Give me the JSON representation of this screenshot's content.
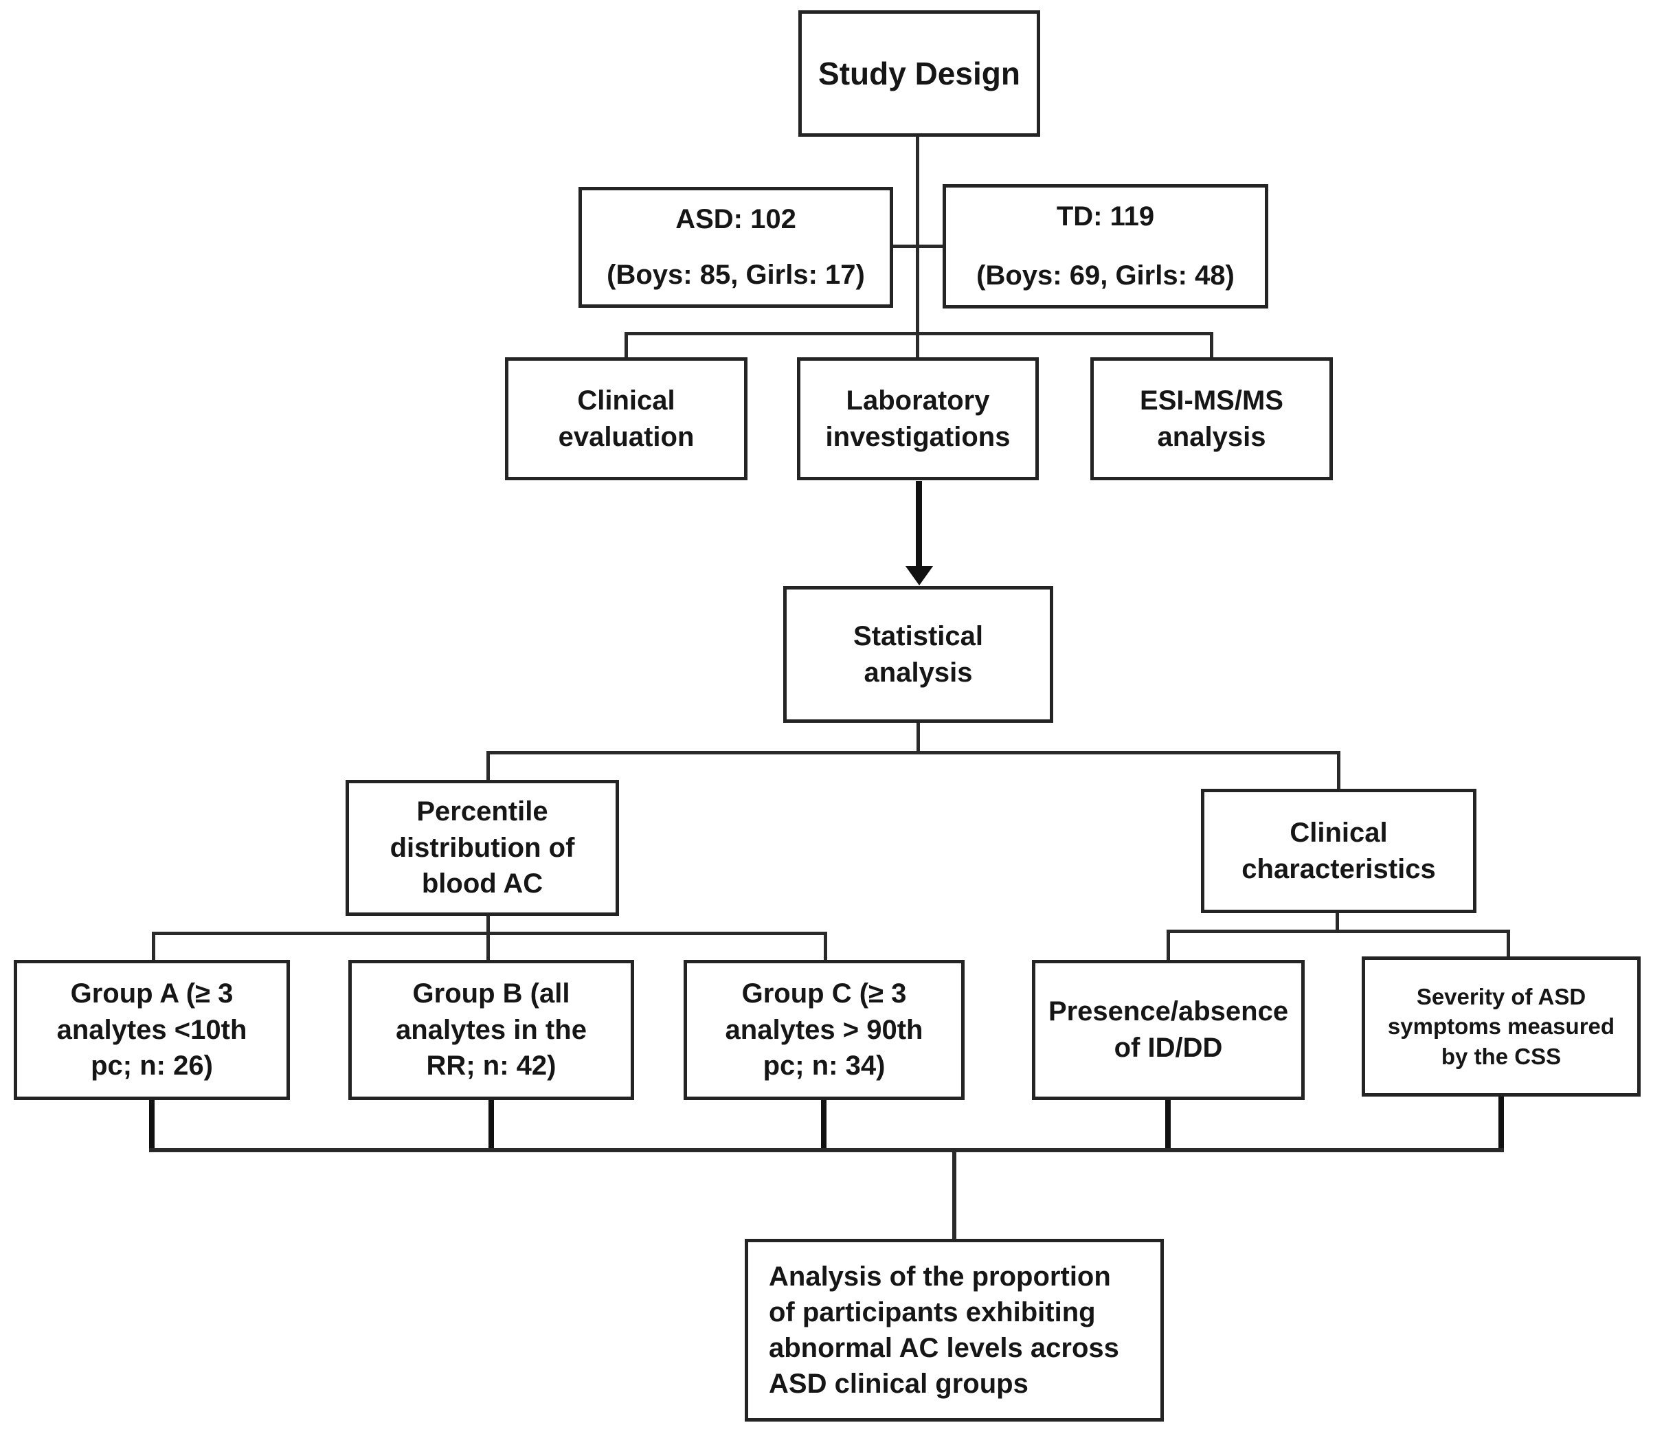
{
  "figure": {
    "type": "flowchart",
    "background_color": "#ffffff",
    "line_color": "#2a2a2a",
    "box_border_color": "#242424",
    "text_color": "#161616"
  },
  "nodes": {
    "study_design": {
      "label": "Study Design"
    },
    "asd": {
      "line1": "ASD: 102",
      "line2": "(Boys: 85, Girls: 17)"
    },
    "td": {
      "line1": "TD: 119",
      "line2": "(Boys: 69, Girls: 48)"
    },
    "clinical_evaluation": {
      "label": "Clinical\nevaluation"
    },
    "laboratory_investigations": {
      "label": "Laboratory\ninvestigations"
    },
    "esi_ms_ms": {
      "label": "ESI-MS/MS\nanalysis"
    },
    "statistical_analysis": {
      "label": "Statistical\nanalysis"
    },
    "percentile_distribution": {
      "label": "Percentile\ndistribution of\nblood AC"
    },
    "clinical_characteristics": {
      "label": "Clinical\ncharacteristics"
    },
    "group_a": {
      "label": "Group A (≥ 3\nanalytes <10th\npc; n: 26)"
    },
    "group_b": {
      "label": "Group B (all\nanalytes in the\nRR; n: 42)"
    },
    "group_c": {
      "label": "Group C (≥ 3\nanalytes > 90th\npc; n: 34)"
    },
    "presence_absence": {
      "label": "Presence/absence\nof ID/DD"
    },
    "severity": {
      "label": "Severity of ASD\nsymptoms measured\nby the CSS"
    },
    "final_analysis": {
      "label": "Analysis of the proportion\nof participants exhibiting\nabnormal AC levels across\nASD clinical groups"
    }
  },
  "edges": [
    {
      "from": "study_design",
      "to": "asd"
    },
    {
      "from": "study_design",
      "to": "td"
    },
    {
      "from": "study_design",
      "to": "clinical_evaluation"
    },
    {
      "from": "study_design",
      "to": "laboratory_investigations"
    },
    {
      "from": "study_design",
      "to": "esi_ms_ms"
    },
    {
      "from": "laboratory_investigations",
      "to": "statistical_analysis",
      "style": "arrow"
    },
    {
      "from": "statistical_analysis",
      "to": "percentile_distribution"
    },
    {
      "from": "statistical_analysis",
      "to": "clinical_characteristics"
    },
    {
      "from": "percentile_distribution",
      "to": "group_a"
    },
    {
      "from": "percentile_distribution",
      "to": "group_b"
    },
    {
      "from": "percentile_distribution",
      "to": "group_c"
    },
    {
      "from": "clinical_characteristics",
      "to": "presence_absence"
    },
    {
      "from": "clinical_characteristics",
      "to": "severity"
    },
    {
      "from": "group_a",
      "to": "final_analysis"
    },
    {
      "from": "group_b",
      "to": "final_analysis"
    },
    {
      "from": "group_c",
      "to": "final_analysis"
    },
    {
      "from": "presence_absence",
      "to": "final_analysis"
    },
    {
      "from": "severity",
      "to": "final_analysis"
    }
  ]
}
